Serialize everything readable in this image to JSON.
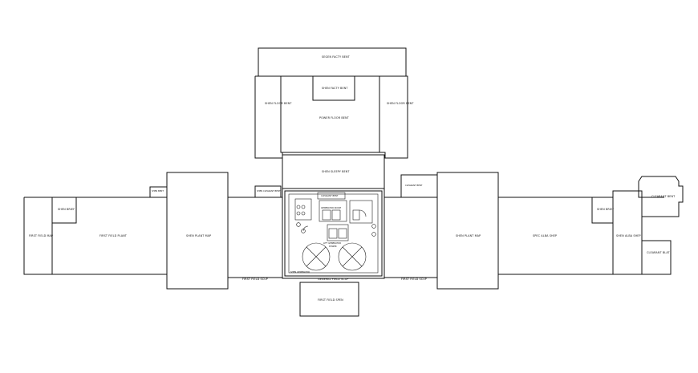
{
  "drawing": {
    "labels": {
      "top_bay": "SEGEN FACTY BENT",
      "top_inner": "SHEN FACTY BENT",
      "left_wing_top": "SHEN FLOOR BENT",
      "right_wing_top": "SHEN FLOOR BENT",
      "center_block": "POWER FLOOR BENT",
      "core_header": "SHEN SLEEPY BENT",
      "left_box": "SHEN BRIEF",
      "right_box": "SHEN BRIEF",
      "small_lt": "SHEN BENT",
      "small_center_lt": "SHEN CLEARANT BENT",
      "small_center_rt": "CLEARANT BENT",
      "far_right_box": "CLEARANT BENT",
      "far_left": "FIRST FIELD MAP",
      "left_wing": "FIRST FIELD PLANT",
      "left_center": "SHEN PLANT MAP",
      "right_center": "SHEN PLANT MAP",
      "right_wing": "SPEC ALBA SHEP",
      "far_right_a": "SHEN ALBA SHEP",
      "far_right_b": "CLEARANT BLAT",
      "bottom_left": "FIRST FIELD SCUP",
      "bottom_center": "GENERAL FIELD SCUP",
      "bottom_right": "FIRST FIELD SCUP",
      "bottom_box": "FIRST FIELD SPEN",
      "core_label_1": "CLEARANT BENT",
      "core_label_2": "GENERATOR ROOM",
      "core_label_3": "LIFT GENERATOR",
      "core_label_4": "POWER",
      "core_label_5": "SHEN GENERATOR"
    }
  }
}
